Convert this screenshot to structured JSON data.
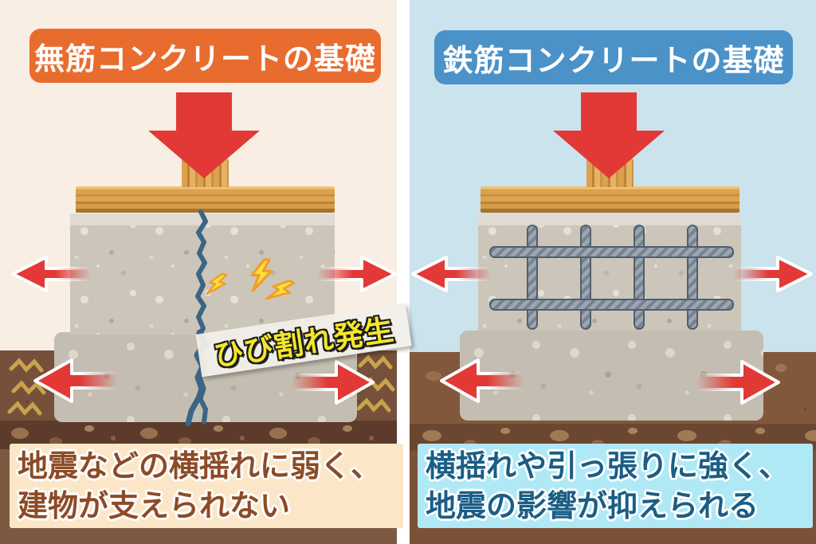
{
  "left": {
    "title": "無筋コンクリートの基礎",
    "caption_line1": "地震などの横揺れに弱く、",
    "caption_line2": "建物が支えられない",
    "crack_label": "ひび割れ発生"
  },
  "right": {
    "title": "鉄筋コンクリートの基礎",
    "caption_line1": "横揺れや引っ張りに強く、",
    "caption_line2": "地震の影響が抑えられる"
  },
  "colors": {
    "left_background": "#F8EEE3",
    "right_background": "#CBE3ED",
    "left_title_bg": "#E96C2F",
    "right_title_bg": "#4B92C8",
    "title_text": "#FFFFFF",
    "arrow_red": "#E23936",
    "wood": "#DCA14E",
    "concrete": "#CBC5BA",
    "rebar_steel": "#9CA6B2",
    "crack_blue": "#3B6585",
    "lightning_yellow": "#FFE03A",
    "soil_left": "#76503A",
    "soil_right": "#82583C",
    "ground_squiggle_gold": "#C9A24C",
    "left_caption_bg": "#FBE7C8",
    "left_caption_text": "#8C4B26",
    "right_caption_bg": "#AFE9F5",
    "right_caption_text": "#1A5E86",
    "crack_label_bg": "#F1EFE9",
    "crack_label_text": "#F3E62B"
  }
}
